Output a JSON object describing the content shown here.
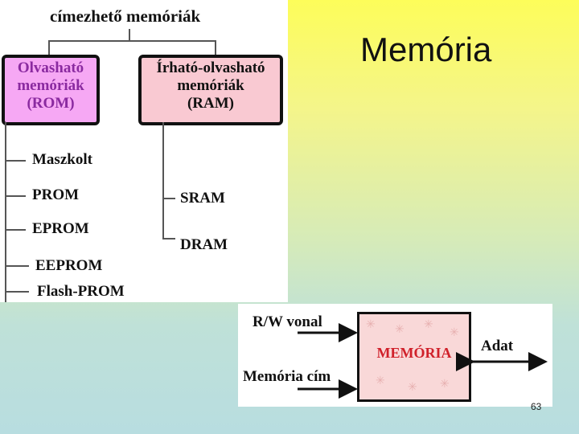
{
  "slide": {
    "title": "Memória",
    "page_number": "63"
  },
  "hierarchy": {
    "root": "címezhető memóriák",
    "rom": {
      "lines": [
        "Olvasható",
        "memóriák",
        "(ROM)"
      ],
      "items": [
        "Maszkolt",
        "PROM",
        "EPROM",
        "EEPROM",
        "Flash-PROM"
      ]
    },
    "ram": {
      "lines": [
        "Írható-olvasható",
        "memóriák",
        "(RAM)"
      ],
      "items": [
        "SRAM",
        "DRAM"
      ]
    },
    "colors": {
      "rom_fill": "#f6a8f4",
      "rom_text": "#8a2aa0",
      "ram_fill": "#f9c9d2"
    }
  },
  "memory_diagram": {
    "box_label": "MEMÓRIA",
    "rw_label": "R/W vonal",
    "address_label": "Memória cím",
    "data_label": "Adat",
    "colors": {
      "box_fill": "#f9d8d8",
      "box_text": "#d0202a"
    }
  }
}
